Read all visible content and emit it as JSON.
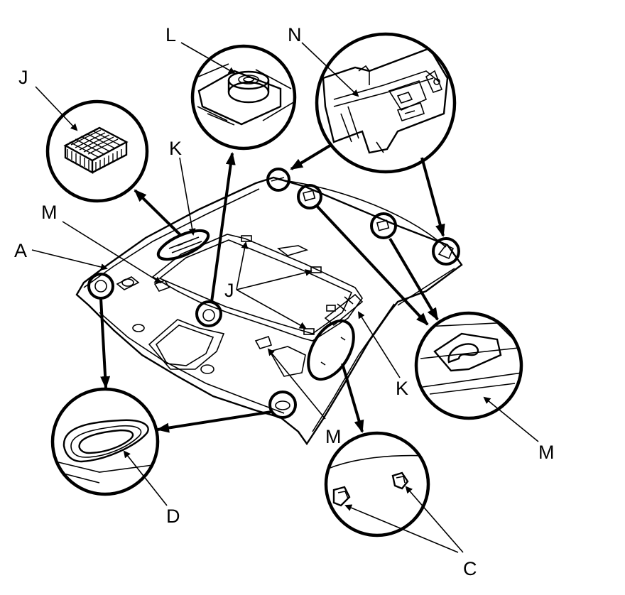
{
  "labels": {
    "a": "A",
    "c": "C",
    "d": "D",
    "j_detail": "J",
    "j_panel": "J",
    "k_upper": "K",
    "k_lower": "K",
    "l": "L",
    "m_left": "M",
    "m_center": "M",
    "m_right": "M",
    "n": "N"
  }
}
